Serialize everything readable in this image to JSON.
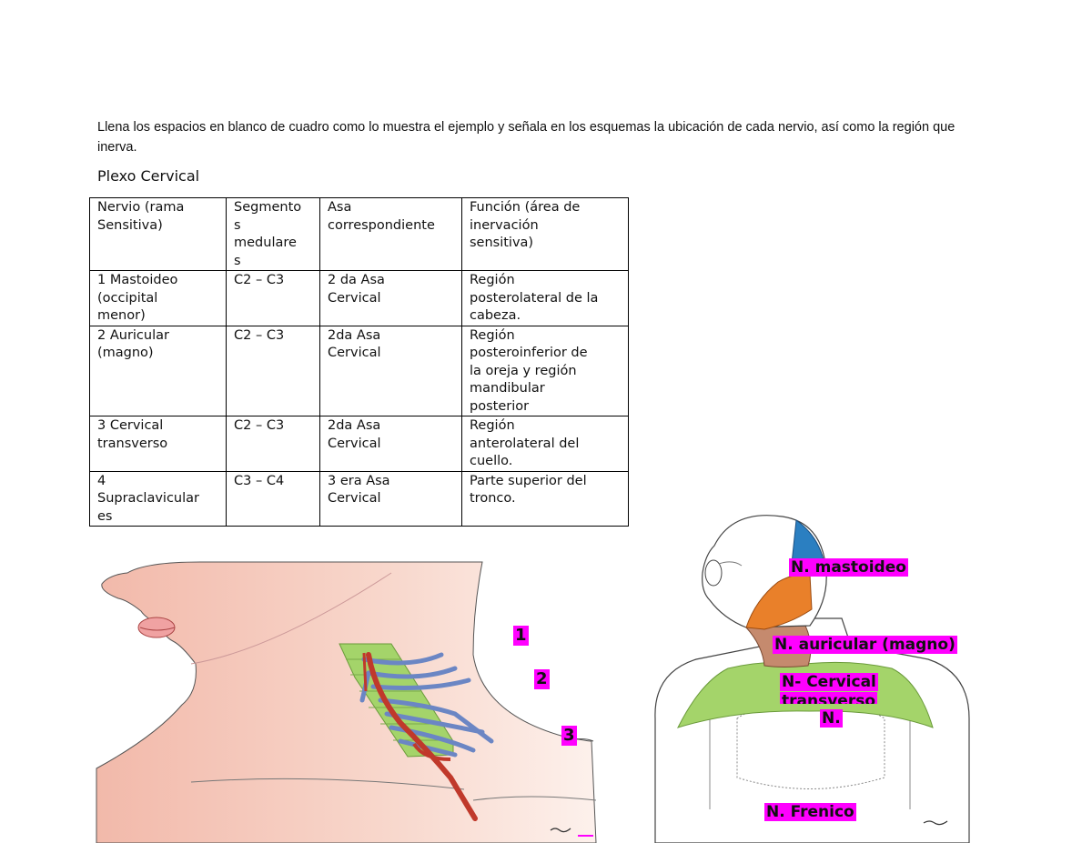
{
  "instructions": {
    "line1": "Llena los espacios en blanco de cuadro como lo muestra el ejemplo y señala en los esquemas la ubicación de cada nervio, así como la región que",
    "line2": "inerva."
  },
  "section_title": "Plexo Cervical",
  "table": {
    "headers": [
      [
        "Nervio (rama",
        "Sensitiva)"
      ],
      [
        "Segmento",
        "s",
        "medulare",
        "s"
      ],
      [
        "Asa",
        "correspondiente"
      ],
      [
        "Función (área de",
        "inervación",
        "sensitiva)"
      ]
    ],
    "rows": [
      [
        [
          "1 Mastoideo",
          "(occipital",
          "menor)"
        ],
        [
          "C2 – C3"
        ],
        [
          "2 da Asa",
          "Cervical"
        ],
        [
          "Región",
          "posterolateral de la",
          "cabeza."
        ]
      ],
      [
        [
          "2 Auricular",
          "(magno)"
        ],
        [
          "C2 – C3"
        ],
        [
          "2da Asa",
          "Cervical"
        ],
        [
          "Región",
          "posteroinferior de",
          "la oreja y región",
          "mandibular",
          "posterior"
        ]
      ],
      [
        [
          "3 Cervical",
          "transverso"
        ],
        [
          "C2 – C3"
        ],
        [
          "2da Asa",
          "Cervical"
        ],
        [
          "Región",
          "anterolateral del",
          "cuello."
        ]
      ],
      [
        [
          "4",
          "Supraclavicular",
          "es"
        ],
        [
          "C3 – C4"
        ],
        [
          "3 era Asa",
          "Cervical"
        ],
        [
          "Parte superior del",
          "tronco."
        ]
      ]
    ]
  },
  "left_figure": {
    "markers": [
      "1",
      "2",
      "3"
    ]
  },
  "right_figure": {
    "labels": {
      "mastoideo": "N. mastoideo",
      "auricular": "N. auricular (magno)",
      "cervical_line1": "N- Cervical",
      "cervical_line2": "transverso",
      "n": "N.",
      "frenico": "N. Frenico"
    }
  },
  "colors": {
    "highlight": "#ff00ff",
    "skin": "#f4c5b8",
    "nerve_blue": "#6b86c4",
    "artery_red": "#c0392b",
    "dermatome_green": "#a4d46a",
    "mastoid_blue": "#2b7fc1",
    "auricular_orange": "#e9802a",
    "neck_brown": "#c58a6e"
  }
}
